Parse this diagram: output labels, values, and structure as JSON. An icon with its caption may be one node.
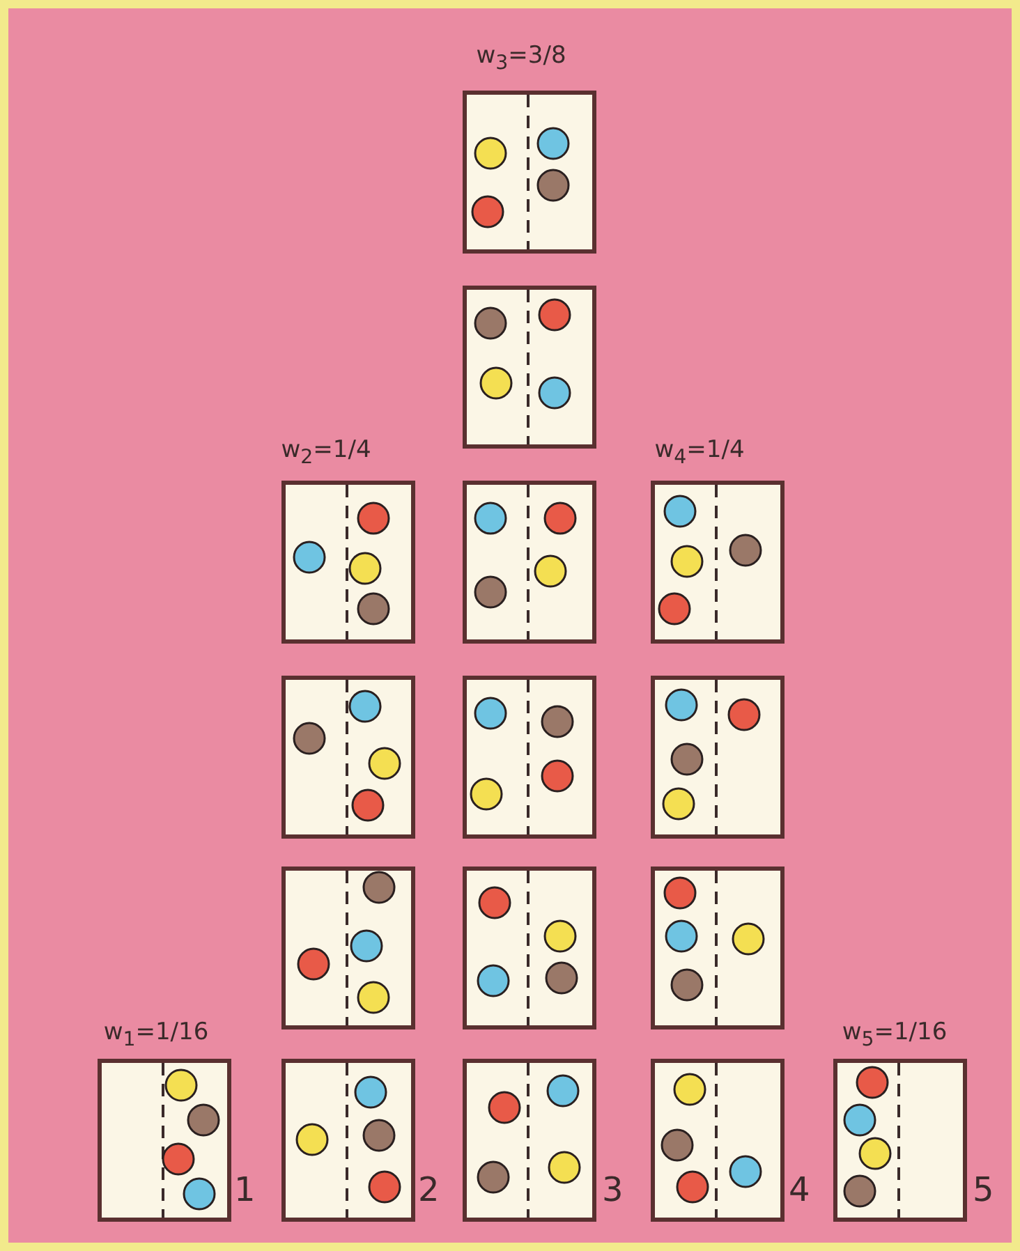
{
  "diagram": {
    "labels": [
      "w$_{3}$=3/8",
      "w$_{2}$=1/4",
      "w$_{4}$=1/4",
      "w$_{1}$=1/16",
      "w$_{5}$=1/16",
      "1",
      "2",
      "3",
      "4",
      "5"
    ]
  }
}
